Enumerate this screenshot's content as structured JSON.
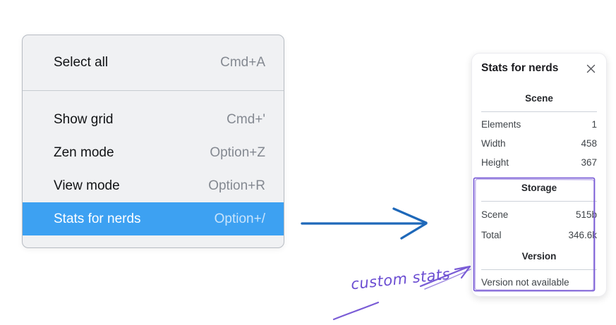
{
  "menu": {
    "groups": [
      {
        "items": [
          {
            "label": "Select all",
            "shortcut": "Cmd+A"
          }
        ]
      },
      {
        "items": [
          {
            "label": "Show grid",
            "shortcut": "Cmd+'"
          },
          {
            "label": "Zen mode",
            "shortcut": "Option+Z"
          },
          {
            "label": "View mode",
            "shortcut": "Option+R"
          },
          {
            "label": "Stats for nerds",
            "shortcut": "Option+/",
            "highlighted": true
          }
        ]
      }
    ]
  },
  "stats_panel": {
    "title": "Stats for nerds",
    "sections": [
      {
        "title": "Scene",
        "rows": [
          {
            "label": "Elements",
            "value": "1"
          },
          {
            "label": "Width",
            "value": "458"
          },
          {
            "label": "Height",
            "value": "367"
          }
        ]
      },
      {
        "title": "Storage",
        "rows": [
          {
            "label": "Scene",
            "value": "515b"
          },
          {
            "label": "Total",
            "value": "346.6k"
          }
        ]
      },
      {
        "title": "Version",
        "message": "Version not available"
      }
    ]
  },
  "annotation": {
    "text": "custom stats"
  },
  "icons": {
    "close": "close-icon",
    "pointer": "arrow-right-icon",
    "sketch": "annotation-arrow-icon"
  },
  "colors": {
    "menu_highlight": "#3da1f2",
    "menu_background": "#f0f1f3",
    "arrow_blue": "#1e68b9",
    "annotation_purple": "#7a5cd6"
  }
}
